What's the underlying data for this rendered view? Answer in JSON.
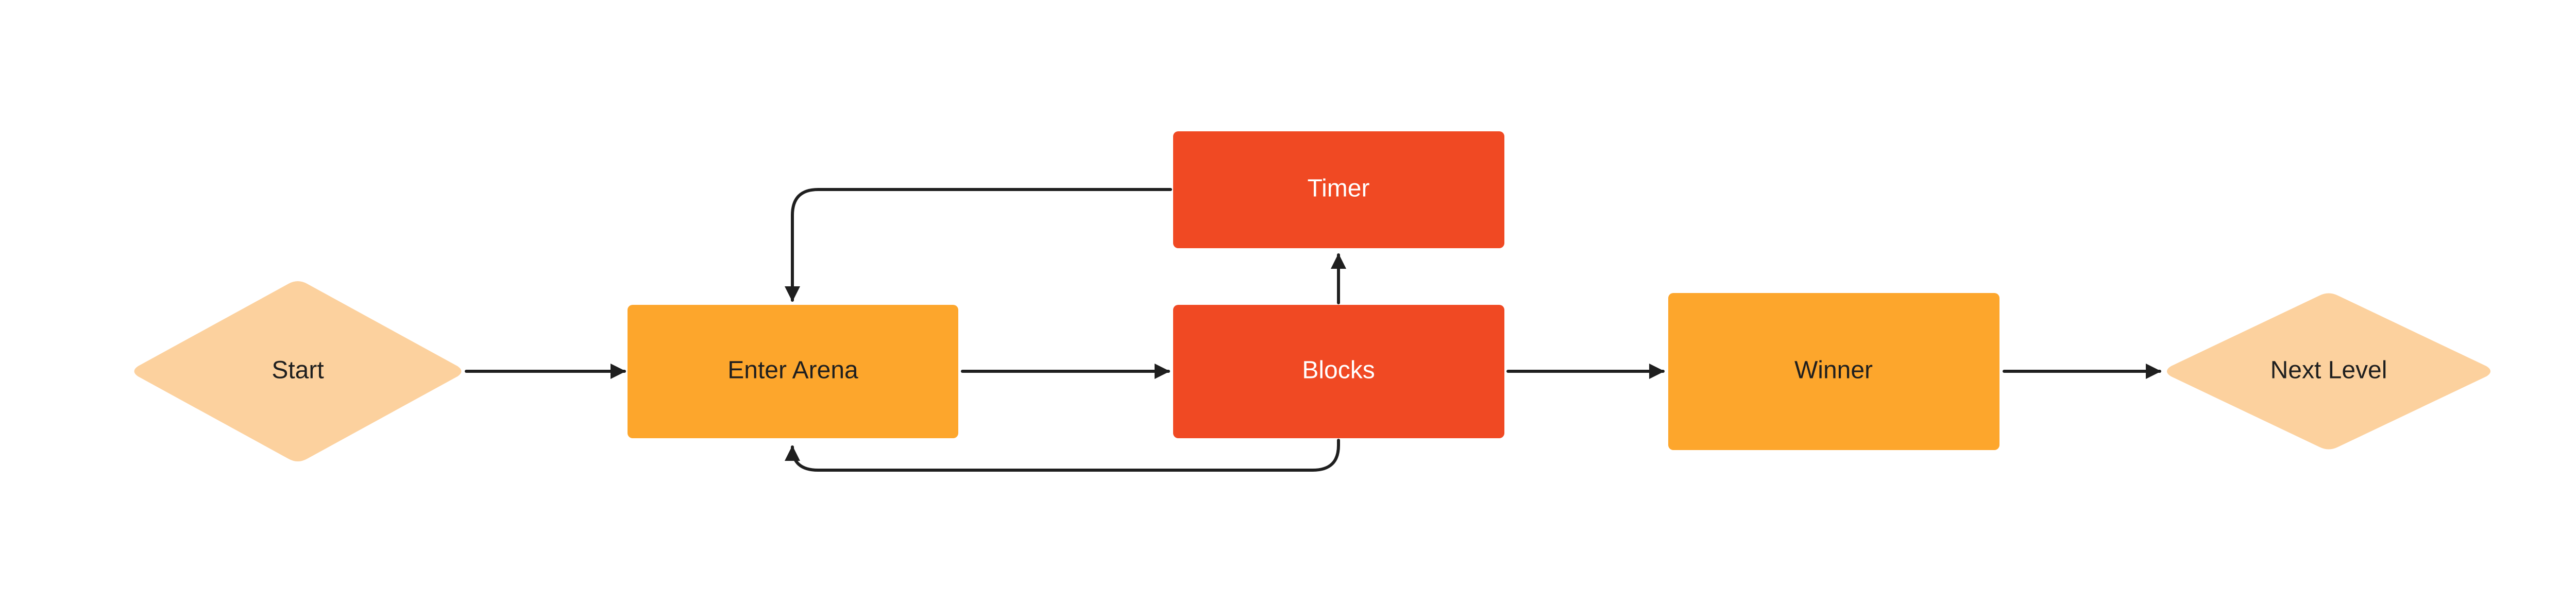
{
  "colors": {
    "terminal": "#fcd19e",
    "process_orange": "#fda62c",
    "process_red": "#f04923",
    "edge": "#1f1f1f",
    "text_dark": "#1f1f1f",
    "text_light": "#ffffff"
  },
  "nodes": {
    "start": {
      "label": "Start",
      "shape": "diamond"
    },
    "enter_arena": {
      "label": "Enter Arena",
      "shape": "rectangle"
    },
    "timer": {
      "label": "Timer",
      "shape": "rectangle"
    },
    "blocks": {
      "label": "Blocks",
      "shape": "rectangle"
    },
    "winner": {
      "label": "Winner",
      "shape": "rectangle"
    },
    "next_level": {
      "label": "Next Level",
      "shape": "diamond"
    }
  },
  "edges": [
    {
      "from": "Start",
      "to": "Enter Arena"
    },
    {
      "from": "Enter Arena",
      "to": "Blocks"
    },
    {
      "from": "Blocks",
      "to": "Timer"
    },
    {
      "from": "Timer",
      "to": "Enter Arena"
    },
    {
      "from": "Blocks",
      "to": "Enter Arena"
    },
    {
      "from": "Blocks",
      "to": "Winner"
    },
    {
      "from": "Winner",
      "to": "Next Level"
    }
  ]
}
